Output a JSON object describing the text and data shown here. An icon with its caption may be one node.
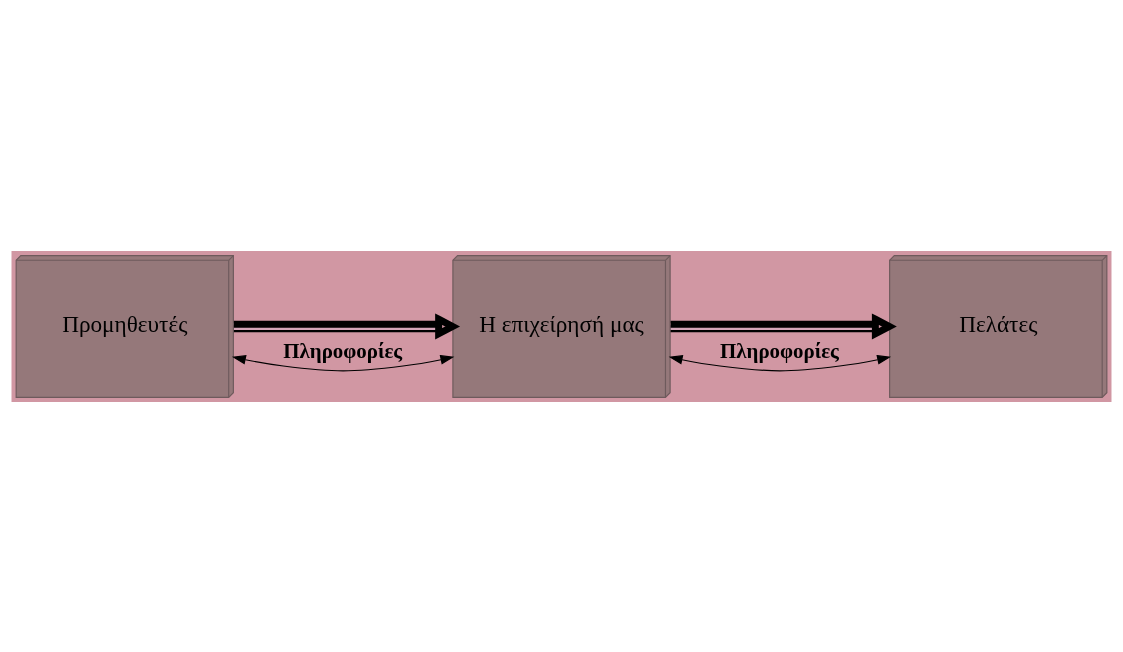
{
  "diagram": {
    "nodes": [
      {
        "text": [
          "Προμηθευτές"
        ]
      },
      {
        "text": [
          "Η επιχείρησή μας"
        ]
      },
      {
        "text": [
          "Πελάτες"
        ]
      }
    ],
    "edges": [
      {
        "from": 0,
        "to": 1,
        "arrow": "to",
        "style": "thick"
      },
      {
        "from": 1,
        "to": 2,
        "arrow": "to",
        "style": "thick"
      },
      {
        "from": 0,
        "to": 1,
        "arrow": "both",
        "label": "Πληροφορίες"
      },
      {
        "from": 1,
        "to": 2,
        "arrow": "both",
        "label": "Πληροφορίες"
      }
    ]
  }
}
